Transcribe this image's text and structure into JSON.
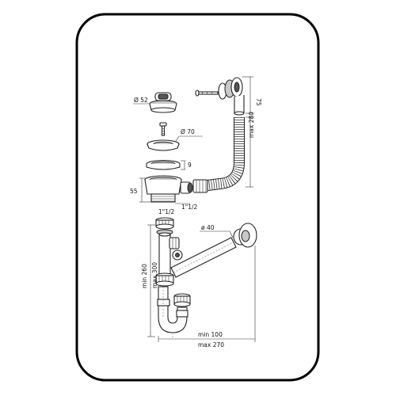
{
  "labels": {
    "d52": "Ø 52",
    "d70": "Ø 70",
    "h9": "9",
    "h55": "55",
    "thread_top": "1\"1/2",
    "thread_side": "1\"1/2",
    "h75": "75",
    "max280": "max 280",
    "d40": "ø 40",
    "min260": "min 260",
    "max300": "max 300",
    "min100": "min 100",
    "max270": "max 270"
  },
  "colors": {
    "frame": "#000000",
    "line": "#222222",
    "shade": "#c8c8c8",
    "dark": "#555555"
  }
}
